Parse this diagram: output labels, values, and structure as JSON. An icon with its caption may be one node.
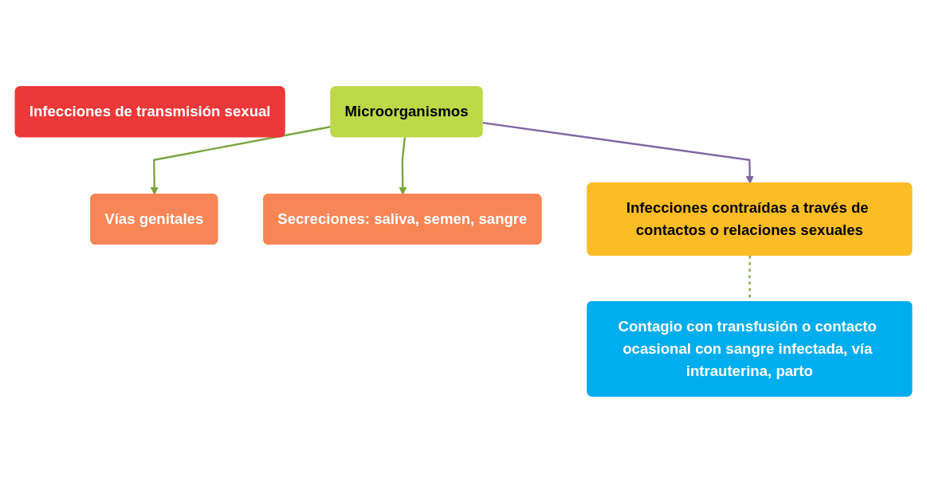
{
  "diagram": {
    "nodes": [
      {
        "text": [
          "Infecciones de transmisión sexual"
        ]
      },
      {
        "text": [
          "Microorganismos"
        ]
      },
      {
        "text": [
          "Vías genitales"
        ]
      },
      {
        "text": [
          "Secreciones: saliva, semen, sangre"
        ]
      },
      {
        "text": [
          "Infecciones contraídas a través de contactos o relaciones sexuales"
        ]
      },
      {
        "text": [
          "Contagio con transfusión o contacto ocasional con sangre infectada, vía intrauterina, parto"
        ]
      }
    ],
    "edges": [
      {
        "from": 1,
        "to": 2,
        "arrow": "to"
      },
      {
        "from": 1,
        "to": 3,
        "arrow": "to"
      },
      {
        "from": 1,
        "to": 4,
        "arrow": "to",
        "color": "#8064a2"
      },
      {
        "from": 4,
        "to": 5,
        "arrow": "none",
        "style": "dashed"
      }
    ]
  }
}
